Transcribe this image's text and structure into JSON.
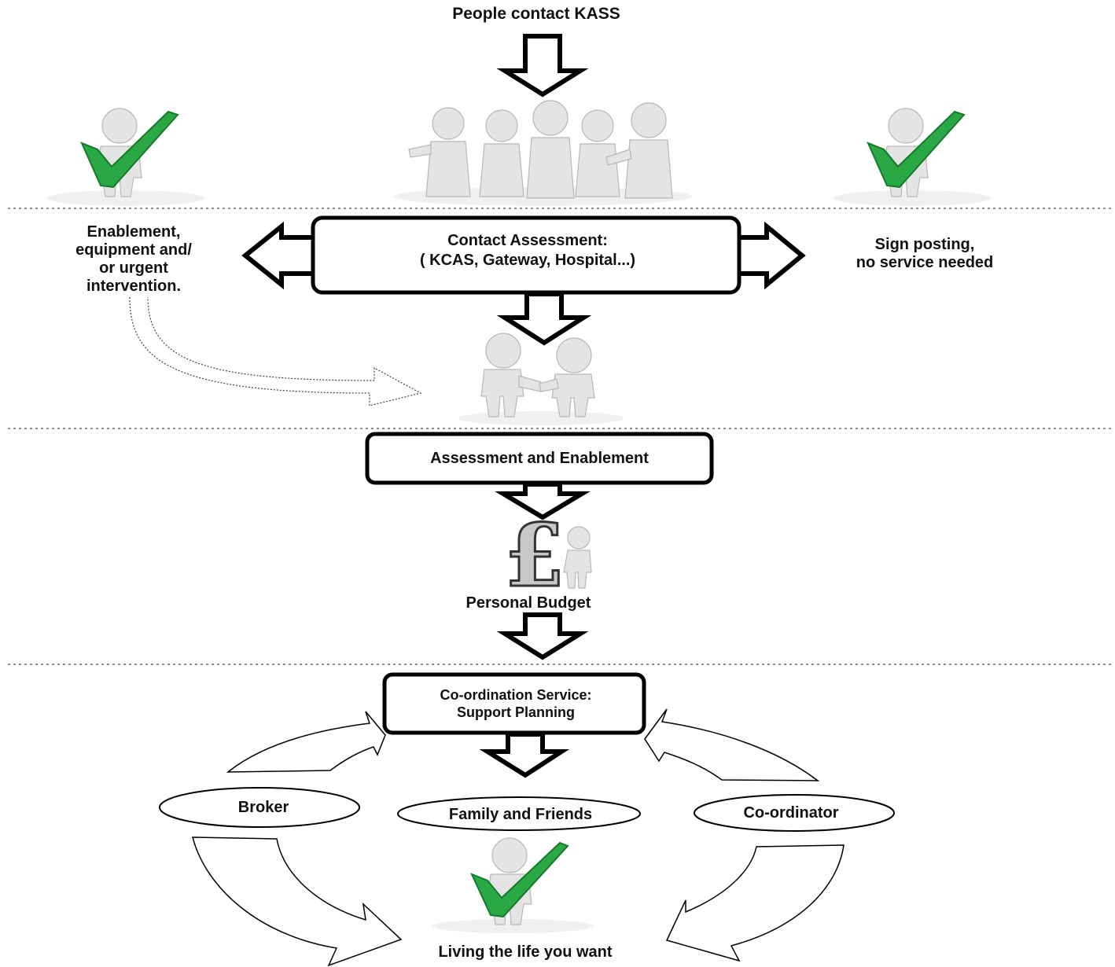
{
  "top_label": "People contact KASS",
  "left_outcome": [
    "Enablement,",
    "equipment and/",
    "or urgent",
    "intervention."
  ],
  "right_outcome": [
    "Sign posting,",
    "no service needed"
  ],
  "contact_assessment": [
    "Contact Assessment:",
    "( KCAS, Gateway, Hospital...)"
  ],
  "assessment_box": "Assessment and Enablement",
  "budget_label": "Personal Budget",
  "coordination": [
    "Co-ordination Service:",
    "Support Planning"
  ],
  "options": {
    "broker": "Broker",
    "family": "Family and Friends",
    "coordinator": "Co-ordinator"
  },
  "final_label": "Living the life you want",
  "colors": {
    "check": "#2aa845",
    "figure": "#e4e4e4",
    "outline": "#000000"
  },
  "icons": [
    "person-with-check-icon",
    "group-of-people-icon",
    "handshake-icon",
    "pound-sign-icon"
  ]
}
